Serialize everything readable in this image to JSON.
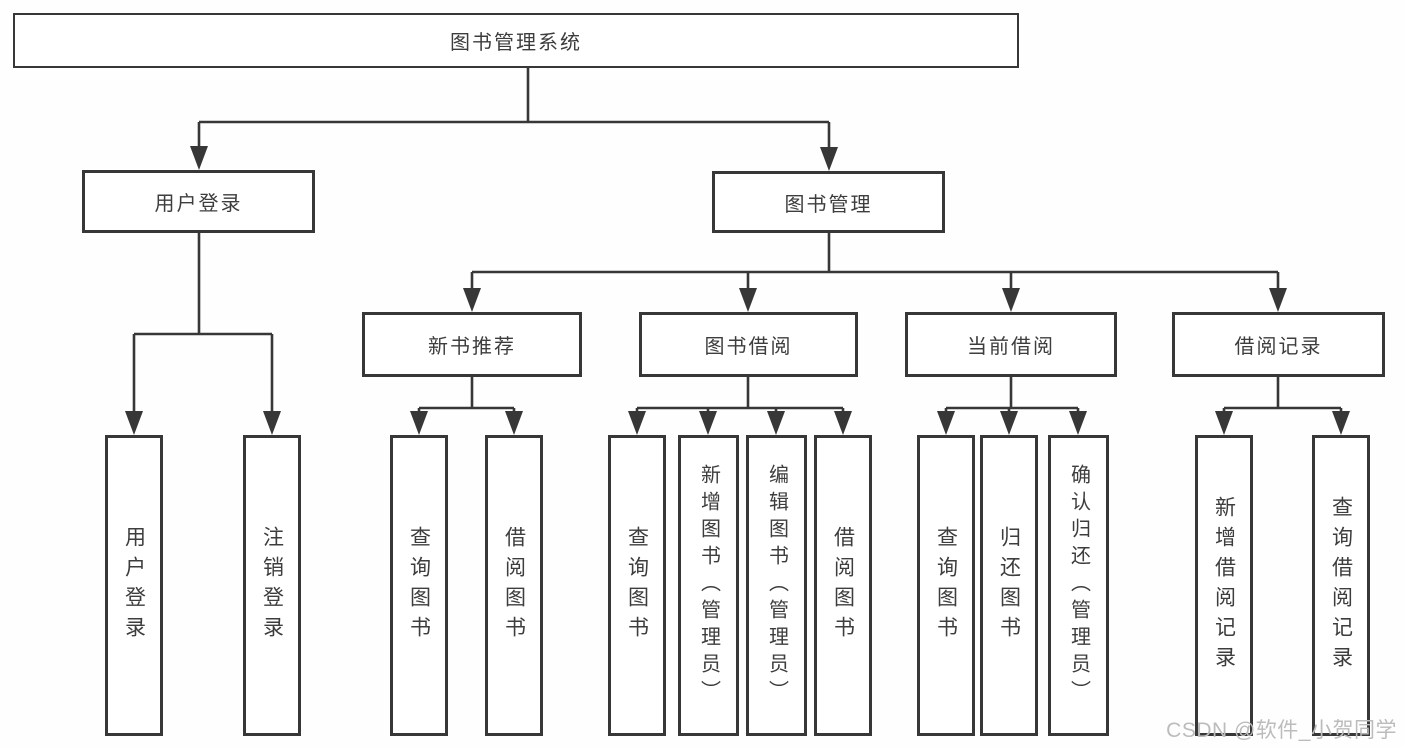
{
  "diagram_title": "图书管理系统",
  "watermark": "CSDN @软件_小贺同学",
  "colors": {
    "line": "#373737",
    "box_border": "#373737",
    "text": "#3d3d3d",
    "watermark": "#bcbcbc",
    "background": "#ffffff"
  },
  "nodes": {
    "root": {
      "label": "图书管理系统"
    },
    "user_login": {
      "label": "用户登录"
    },
    "book_mgmt": {
      "label": "图书管理"
    },
    "new_book_rec": {
      "label": "新书推荐"
    },
    "book_borrow": {
      "label": "图书借阅"
    },
    "current_borrow": {
      "label": "当前借阅"
    },
    "borrow_records": {
      "label": "借阅记录"
    },
    "ul_user_login": {
      "label": "用户登录"
    },
    "ul_logout": {
      "label": "注销登录"
    },
    "nb_query_book": {
      "label": "查询图书"
    },
    "nb_borrow_book": {
      "label": "借阅图书"
    },
    "bb_query_book": {
      "label": "查询图书"
    },
    "bb_add_book": {
      "label": "新增图书（管理员）"
    },
    "bb_edit_book": {
      "label": "编辑图书（管理员）"
    },
    "bb_borrow_book": {
      "label": "借阅图书"
    },
    "cb_query_book": {
      "label": "查询图书"
    },
    "cb_return_book": {
      "label": "归还图书"
    },
    "cb_confirm_return": {
      "label": "确认归还（管理员）"
    },
    "br_add_record": {
      "label": "新增借阅记录"
    },
    "br_query_record": {
      "label": "查询借阅记录"
    }
  },
  "hierarchy": {
    "图书管理系统": {
      "用户登录": [
        "用户登录",
        "注销登录"
      ],
      "图书管理": {
        "新书推荐": [
          "查询图书",
          "借阅图书"
        ],
        "图书借阅": [
          "查询图书",
          "新增图书（管理员）",
          "编辑图书（管理员）",
          "借阅图书"
        ],
        "当前借阅": [
          "查询图书",
          "归还图书",
          "确认归还（管理员）"
        ],
        "借阅记录": [
          "新增借阅记录",
          "查询借阅记录"
        ]
      }
    }
  }
}
